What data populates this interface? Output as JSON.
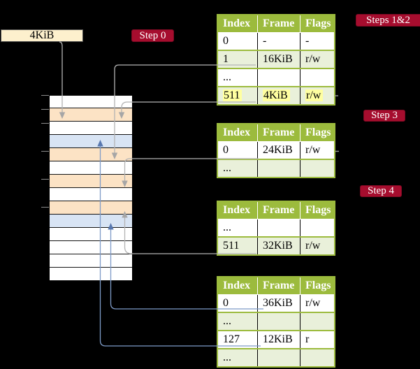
{
  "title_box": {
    "label": "4KiB"
  },
  "badges": {
    "step0": {
      "label": "Step 0"
    },
    "steps12": {
      "label": "Steps 1&2"
    },
    "step3": {
      "label": "Step 3"
    },
    "step4": {
      "label": "Step 4"
    }
  },
  "tables": [
    {
      "name": "page-table-steps-1-2",
      "headers": [
        "Index",
        "Frame",
        "Flags"
      ],
      "rows": [
        {
          "index": "0",
          "frame": "-",
          "flags": "-"
        },
        {
          "index": "1",
          "frame": "16KiB",
          "flags": "r/w"
        },
        {
          "index": "...",
          "frame": "",
          "flags": ""
        },
        {
          "index": "511",
          "frame": "4KiB",
          "flags": "r/w",
          "highlight": true
        }
      ]
    },
    {
      "name": "page-table-step-3",
      "headers": [
        "Index",
        "Frame",
        "Flags"
      ],
      "rows": [
        {
          "index": "0",
          "frame": "24KiB",
          "flags": "r/w"
        },
        {
          "index": "...",
          "frame": "",
          "flags": ""
        }
      ]
    },
    {
      "name": "page-table-step-4",
      "headers": [
        "Index",
        "Frame",
        "Flags"
      ],
      "rows": [
        {
          "index": "...",
          "frame": "",
          "flags": ""
        },
        {
          "index": "511",
          "frame": "32KiB",
          "flags": "r/w"
        }
      ]
    },
    {
      "name": "page-table-bottom",
      "headers": [
        "Index",
        "Frame",
        "Flags"
      ],
      "rows": [
        {
          "index": "0",
          "frame": "36KiB",
          "flags": "r/w"
        },
        {
          "index": "...",
          "frame": "",
          "flags": ""
        },
        {
          "index": "127",
          "frame": "12KiB",
          "flags": "r"
        },
        {
          "index": "...",
          "frame": "",
          "flags": ""
        }
      ]
    }
  ],
  "memory": {
    "rows": [
      "white",
      "peach",
      "white",
      "blue",
      "peach",
      "white",
      "peach",
      "white",
      "peach",
      "blue",
      "white",
      "white",
      "white",
      "white"
    ]
  },
  "colors": {
    "background": "#000000",
    "table_header_green": "#9cbb3d",
    "table_row_green": "#e9f0da",
    "memory_peach": "#fce3c5",
    "memory_blue": "#d8e4f4",
    "badge_red": "#a60d2e",
    "highlight_yellow": "#ffffa0",
    "source_box_cream": "#fdf0cd",
    "arrow_gray": "#b3b3b3",
    "arrow_blue": "#7e9bc8"
  }
}
